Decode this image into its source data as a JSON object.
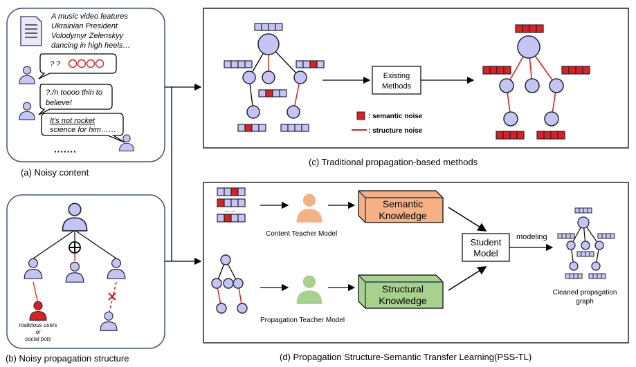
{
  "panel_a": {
    "news_text": [
      "A music video features",
      "Ukrainian President",
      "Volodymyr Zelenskyy",
      "dancing in high heels…"
    ],
    "comment_1": "? ?",
    "comment_2a": "?./n toooo thin to",
    "comment_2b": "believe!",
    "comment_3a": "It's not rocket",
    "comment_3b": "science for him……",
    "ellipsis": "·······",
    "caption": "(a) Noisy content"
  },
  "panel_b": {
    "malicious_label": [
      "malicious users",
      "or",
      "social bots"
    ],
    "caption": "(b) Noisy propagation structure"
  },
  "panel_c": {
    "method_box": [
      "Existing",
      "Methods"
    ],
    "legend_semantic": ": semantic noise",
    "legend_structure": ": structure noise",
    "caption": "(c) Traditional propagation-based methods"
  },
  "panel_d": {
    "dots": "......",
    "content_teacher": "Content Teacher Model",
    "propagation_teacher": "Propagation Teacher Model",
    "semantic_knowledge": [
      "Semantic",
      "Knowledge"
    ],
    "structural_knowledge": [
      "Structural",
      "Knowledge"
    ],
    "student_model": [
      "Student",
      "Model"
    ],
    "modeling": "modeling",
    "cleaned_graph": [
      "Cleaned propagation",
      "graph"
    ],
    "caption": "(d) Propagation Structure-Semantic Transfer Learning(PSS-TL)"
  },
  "colors": {
    "node": "#c5c5f3",
    "node_stroke": "#222244",
    "noise_red": "#e02020",
    "semantic_fill": "#f4b183",
    "structural_fill": "#a9d18e",
    "person_orange": "#f4b183",
    "person_green": "#a9d18e"
  }
}
